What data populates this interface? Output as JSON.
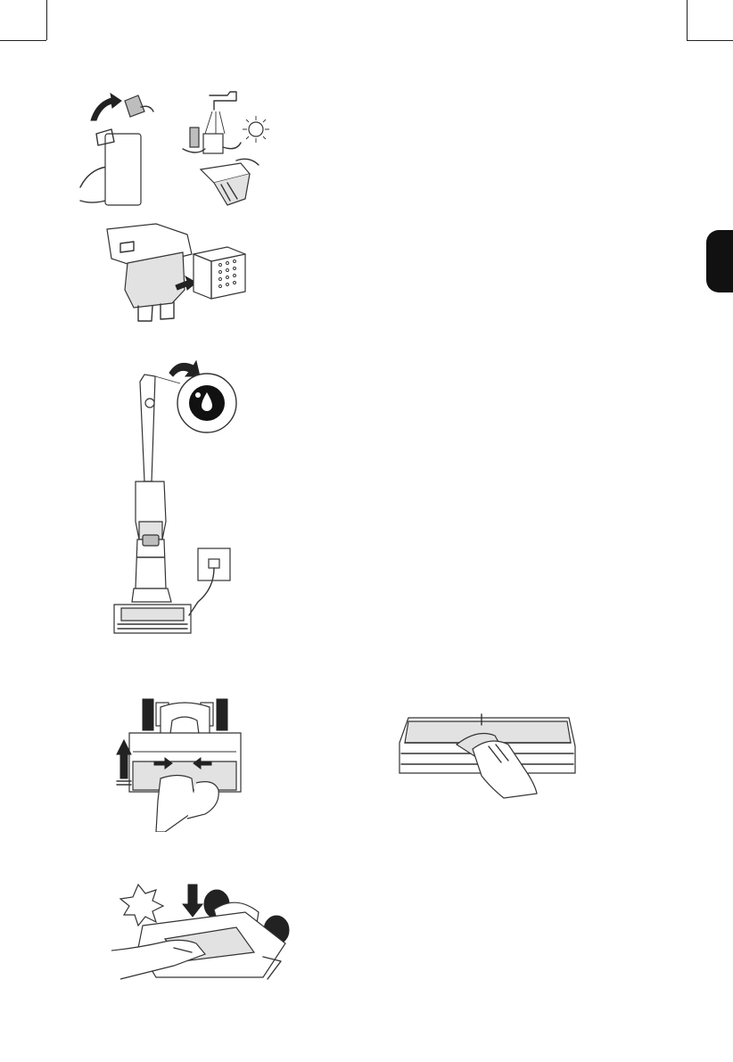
{
  "page": {
    "background": "#ffffff",
    "accent": "#111111"
  },
  "figures": [
    {
      "id": "fig-filter-clean",
      "icon": "filter-washing-illustration"
    },
    {
      "id": "fig-filter-insert",
      "icon": "filter-insert-illustration"
    },
    {
      "id": "fig-self-clean-charge",
      "icon": "upright-cleaner-dock-illustration"
    },
    {
      "id": "fig-brush-cover-remove",
      "icon": "brush-cover-release-illustration"
    },
    {
      "id": "fig-cover-wipe",
      "icon": "cover-wipe-illustration"
    },
    {
      "id": "fig-brush-cover-click",
      "icon": "brush-cover-click-illustration"
    }
  ],
  "section_tab": {
    "icon": "section-tab-marker"
  }
}
